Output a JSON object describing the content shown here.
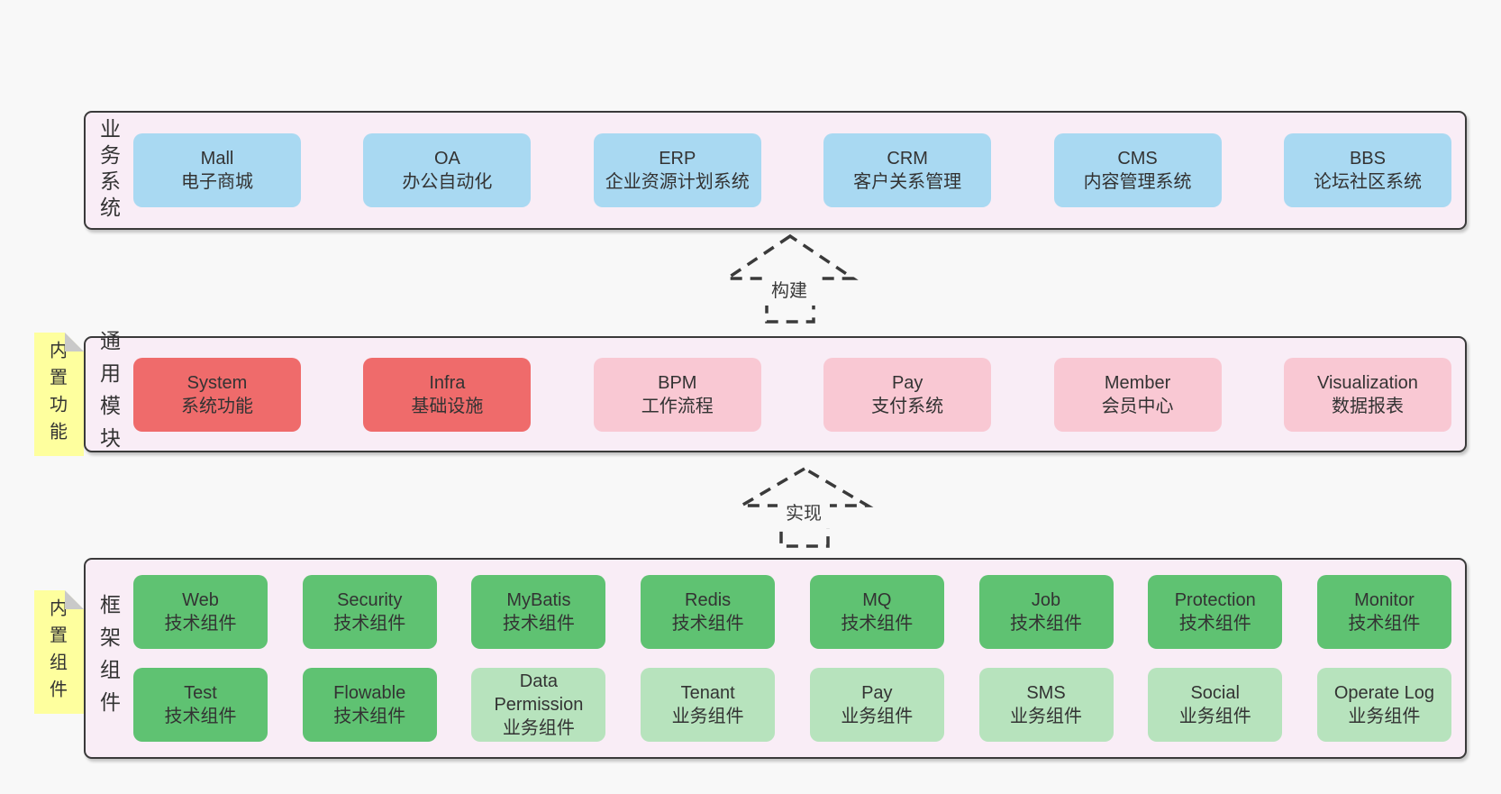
{
  "colors": {
    "background": "#f8f8f8",
    "container_fill": "#f9edf6",
    "container_border": "#3a3a3a",
    "box_blue": "#a9d9f2",
    "box_red": "#ef6b6b",
    "box_pink": "#f9c8d3",
    "box_green": "#5fc272",
    "box_light_green": "#b7e3bd",
    "note_yellow": "#feff9e",
    "note_fold": "#c9c9c9",
    "text": "#333333"
  },
  "sections": [
    {
      "id": "business-systems",
      "label": "业务系统",
      "note": null,
      "rows": [
        [
          {
            "title": "Mall",
            "subtitle": "电子商城",
            "color": "blue"
          },
          {
            "title": "OA",
            "subtitle": "办公自动化",
            "color": "blue"
          },
          {
            "title": "ERP",
            "subtitle": "企业资源计划系统",
            "color": "blue"
          },
          {
            "title": "CRM",
            "subtitle": "客户关系管理",
            "color": "blue"
          },
          {
            "title": "CMS",
            "subtitle": "内容管理系统",
            "color": "blue"
          },
          {
            "title": "BBS",
            "subtitle": "论坛社区系统",
            "color": "blue"
          }
        ]
      ]
    },
    {
      "id": "common-modules",
      "label": "通用模块",
      "note": "内置功能",
      "rows": [
        [
          {
            "title": "System",
            "subtitle": "系统功能",
            "color": "red"
          },
          {
            "title": "Infra",
            "subtitle": "基础设施",
            "color": "red"
          },
          {
            "title": "BPM",
            "subtitle": "工作流程",
            "color": "pink"
          },
          {
            "title": "Pay",
            "subtitle": "支付系统",
            "color": "pink"
          },
          {
            "title": "Member",
            "subtitle": "会员中心",
            "color": "pink"
          },
          {
            "title": "Visualization",
            "subtitle": "数据报表",
            "color": "pink"
          }
        ]
      ]
    },
    {
      "id": "framework-components",
      "label": "框架组件",
      "note": "内置组件",
      "rows": [
        [
          {
            "title": "Web",
            "subtitle": "技术组件",
            "color": "green"
          },
          {
            "title": "Security",
            "subtitle": "技术组件",
            "color": "green"
          },
          {
            "title": "MyBatis",
            "subtitle": "技术组件",
            "color": "green"
          },
          {
            "title": "Redis",
            "subtitle": "技术组件",
            "color": "green"
          },
          {
            "title": "MQ",
            "subtitle": "技术组件",
            "color": "green"
          },
          {
            "title": "Job",
            "subtitle": "技术组件",
            "color": "green"
          },
          {
            "title": "Protection",
            "subtitle": "技术组件",
            "color": "green"
          },
          {
            "title": "Monitor",
            "subtitle": "技术组件",
            "color": "green"
          }
        ],
        [
          {
            "title": "Test",
            "subtitle": "技术组件",
            "color": "green"
          },
          {
            "title": "Flowable",
            "subtitle": "技术组件",
            "color": "green"
          },
          {
            "title": "Data Permission",
            "subtitle": "业务组件",
            "color": "light_green"
          },
          {
            "title": "Tenant",
            "subtitle": "业务组件",
            "color": "light_green"
          },
          {
            "title": "Pay",
            "subtitle": "业务组件",
            "color": "light_green"
          },
          {
            "title": "SMS",
            "subtitle": "业务组件",
            "color": "light_green"
          },
          {
            "title": "Social",
            "subtitle": "业务组件",
            "color": "light_green"
          },
          {
            "title": "Operate Log",
            "subtitle": "业务组件",
            "color": "light_green"
          }
        ]
      ]
    }
  ],
  "arrows": [
    {
      "label": "构建"
    },
    {
      "label": "实现"
    }
  ]
}
